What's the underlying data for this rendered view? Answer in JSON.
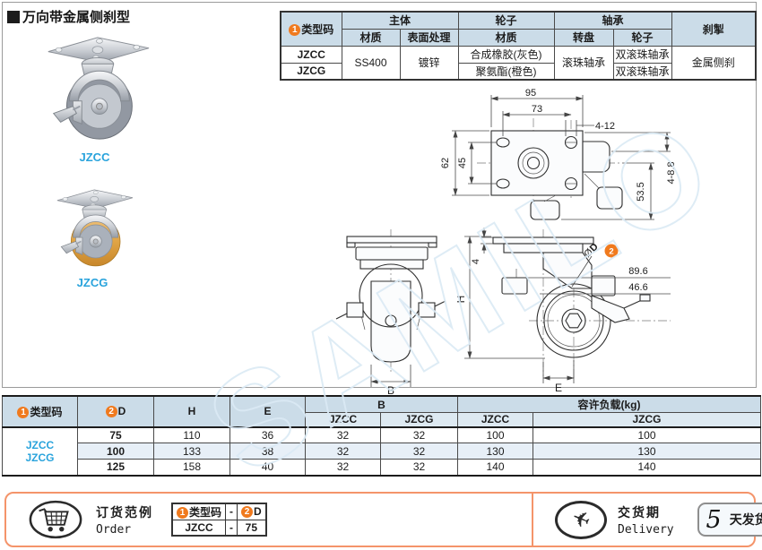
{
  "title": "万向带金属侧刹型",
  "badges": {
    "one": "1",
    "two": "2"
  },
  "photos": [
    {
      "label": "JZCC"
    },
    {
      "label": "JZCG"
    }
  ],
  "spec_table": {
    "header": {
      "type_code": "类型码",
      "body_group": "主体",
      "wheel_group": "轮子",
      "bearing_group": "轴承",
      "brake": "刹掣",
      "body_material": "材质",
      "body_surface": "表面处理",
      "wheel_material": "材质",
      "bearing_swivel": "转盘",
      "bearing_wheel": "轮子"
    },
    "shared": {
      "body_material": "SS400",
      "body_surface": "镀锌",
      "bearing_swivel": "滚珠轴承",
      "brake": "金属侧刹"
    },
    "rows": [
      {
        "code": "JZCC",
        "wheel_material": "合成橡胶(灰色)",
        "bearing_wheel": "双滚珠轴承"
      },
      {
        "code": "JZCG",
        "wheel_material": "聚氨酯(橙色)",
        "bearing_wheel": "双滚珠轴承"
      }
    ]
  },
  "drawing": {
    "watermark": "SAMILO",
    "top_view": {
      "w95": "95",
      "w73": "73",
      "holes": "4-12",
      "h62": "62",
      "h45": "45",
      "slot": "4-8.8",
      "off": "53.5"
    },
    "front_view": {
      "b": "B"
    },
    "side_view": {
      "h": "H",
      "t4": "4",
      "dia_sym": "Ø",
      "dia_d": "D",
      "d896": "89.6",
      "d466": "46.6",
      "e": "E"
    }
  },
  "dim_table": {
    "header": {
      "type_code": "类型码",
      "d": "D",
      "h": "H",
      "e": "E",
      "b": "B",
      "load": "容许负载(kg)",
      "b_jzcc": "JZCC",
      "b_jzcg": "JZCG",
      "load_jzcc": "JZCC",
      "load_jzcg": "JZCG"
    },
    "type_codes": [
      "JZCC",
      "JZCG"
    ],
    "rows": [
      {
        "d": "75",
        "h": "110",
        "e": "36",
        "b_jzcc": "32",
        "b_jzcg": "32",
        "load_jzcc": "100",
        "load_jzcg": "100"
      },
      {
        "d": "100",
        "h": "133",
        "e": "38",
        "b_jzcc": "32",
        "b_jzcg": "32",
        "load_jzcc": "130",
        "load_jzcg": "130"
      },
      {
        "d": "125",
        "h": "158",
        "e": "40",
        "b_jzcc": "32",
        "b_jzcg": "32",
        "load_jzcc": "140",
        "load_jzcg": "140"
      }
    ]
  },
  "order": {
    "label_cn": "订货范例",
    "label_en": "Order",
    "table": {
      "col_code": "类型码",
      "col_d": "D",
      "dash": "-",
      "code": "JZCC",
      "d_value": "75"
    }
  },
  "delivery": {
    "label_cn": "交货期",
    "label_en": "Delivery",
    "days": "5",
    "suffix": "天发货"
  },
  "colors": {
    "accent_blue": "#29a3dc",
    "badge_orange": "#f07a1e",
    "strip_border": "#f4946a",
    "header_bg": "#cbdce8"
  }
}
